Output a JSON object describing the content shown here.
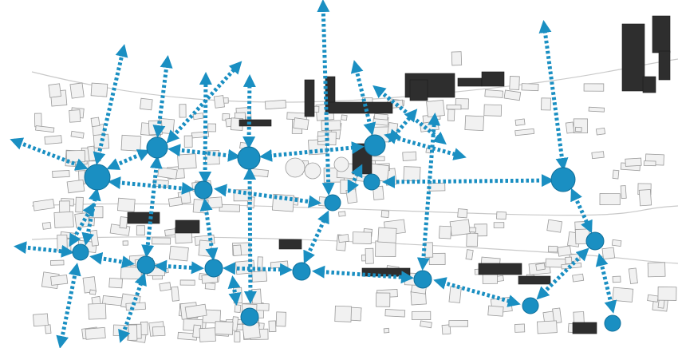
{
  "colors": {
    "accent": "#1a8fc2",
    "building_fill": "#f1f1f1",
    "building_stroke": "#9a9a9a",
    "building_dark": "#2e2e2e",
    "background": "#ffffff"
  },
  "diagram": {
    "node_count": 19,
    "connection_style": "dotted-double-arrow",
    "connection_count": 38,
    "node_style": "filled-circle",
    "basemap": "grey-building-footprints",
    "legend": "none",
    "text_labels": "none"
  }
}
